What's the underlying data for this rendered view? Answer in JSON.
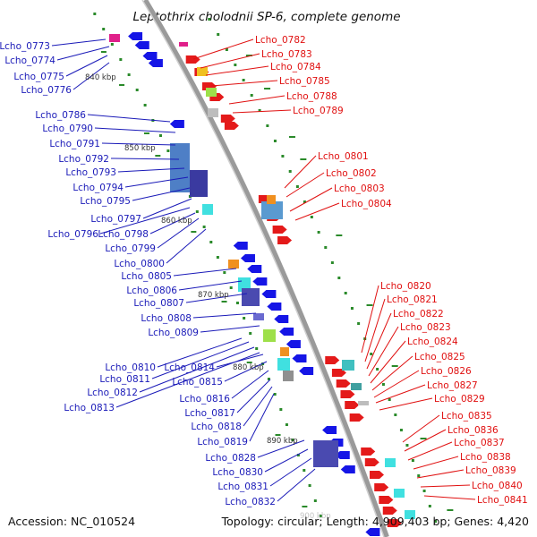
{
  "title": "Leptothrix cholodnii SP-6, complete genome",
  "footer": {
    "accession": "Accession: NC_010524",
    "topology": "Topology: circular; Length: 4,909,403 bp; Genes: 4,420"
  },
  "scale_labels": [
    "840 kbp",
    "850 kbp",
    "860 kbp",
    "870 kbp",
    "880 kbp",
    "890 kbp"
  ],
  "partial_scale_label": "900 kbp",
  "colors": {
    "left_labels": "#1a1ab8",
    "right_labels": "#e01010",
    "backbone": "#9a9a9a",
    "forward_genes": "#e41a1a",
    "reverse_genes": "#1515e6",
    "tick_marks": "#2a8a2a"
  },
  "left_genes": [
    "Lcho_0773",
    "Lcho_0774",
    "Lcho_0775",
    "Lcho_0776",
    "Lcho_0786",
    "Lcho_0790",
    "Lcho_0791",
    "Lcho_0792",
    "Lcho_0793",
    "Lcho_0794",
    "Lcho_0795",
    "Lcho_0797",
    "Lcho_0796",
    "Lcho_0798",
    "Lcho_0799",
    "Lcho_0800",
    "Lcho_0805",
    "Lcho_0806",
    "Lcho_0807",
    "Lcho_0808",
    "Lcho_0809",
    "Lcho_0810",
    "Lcho_0814",
    "Lcho_0811",
    "Lcho_0815",
    "Lcho_0812",
    "Lcho_0813",
    "Lcho_0816",
    "Lcho_0817",
    "Lcho_0818",
    "Lcho_0819",
    "Lcho_0828",
    "Lcho_0830",
    "Lcho_0831",
    "Lcho_0832"
  ],
  "right_genes": [
    "Lcho_0782",
    "Lcho_0783",
    "Lcho_0784",
    "Lcho_0785",
    "Lcho_0788",
    "Lcho_0789",
    "Lcho_0801",
    "Lcho_0802",
    "Lcho_0803",
    "Lcho_0804",
    "Lcho_0820",
    "Lcho_0821",
    "Lcho_0822",
    "Lcho_0823",
    "Lcho_0824",
    "Lcho_0825",
    "Lcho_0826",
    "Lcho_0827",
    "Lcho_0829",
    "Lcho_0835",
    "Lcho_0836",
    "Lcho_0837",
    "Lcho_0838",
    "Lcho_0839",
    "Lcho_0840",
    "Lcho_0841"
  ]
}
